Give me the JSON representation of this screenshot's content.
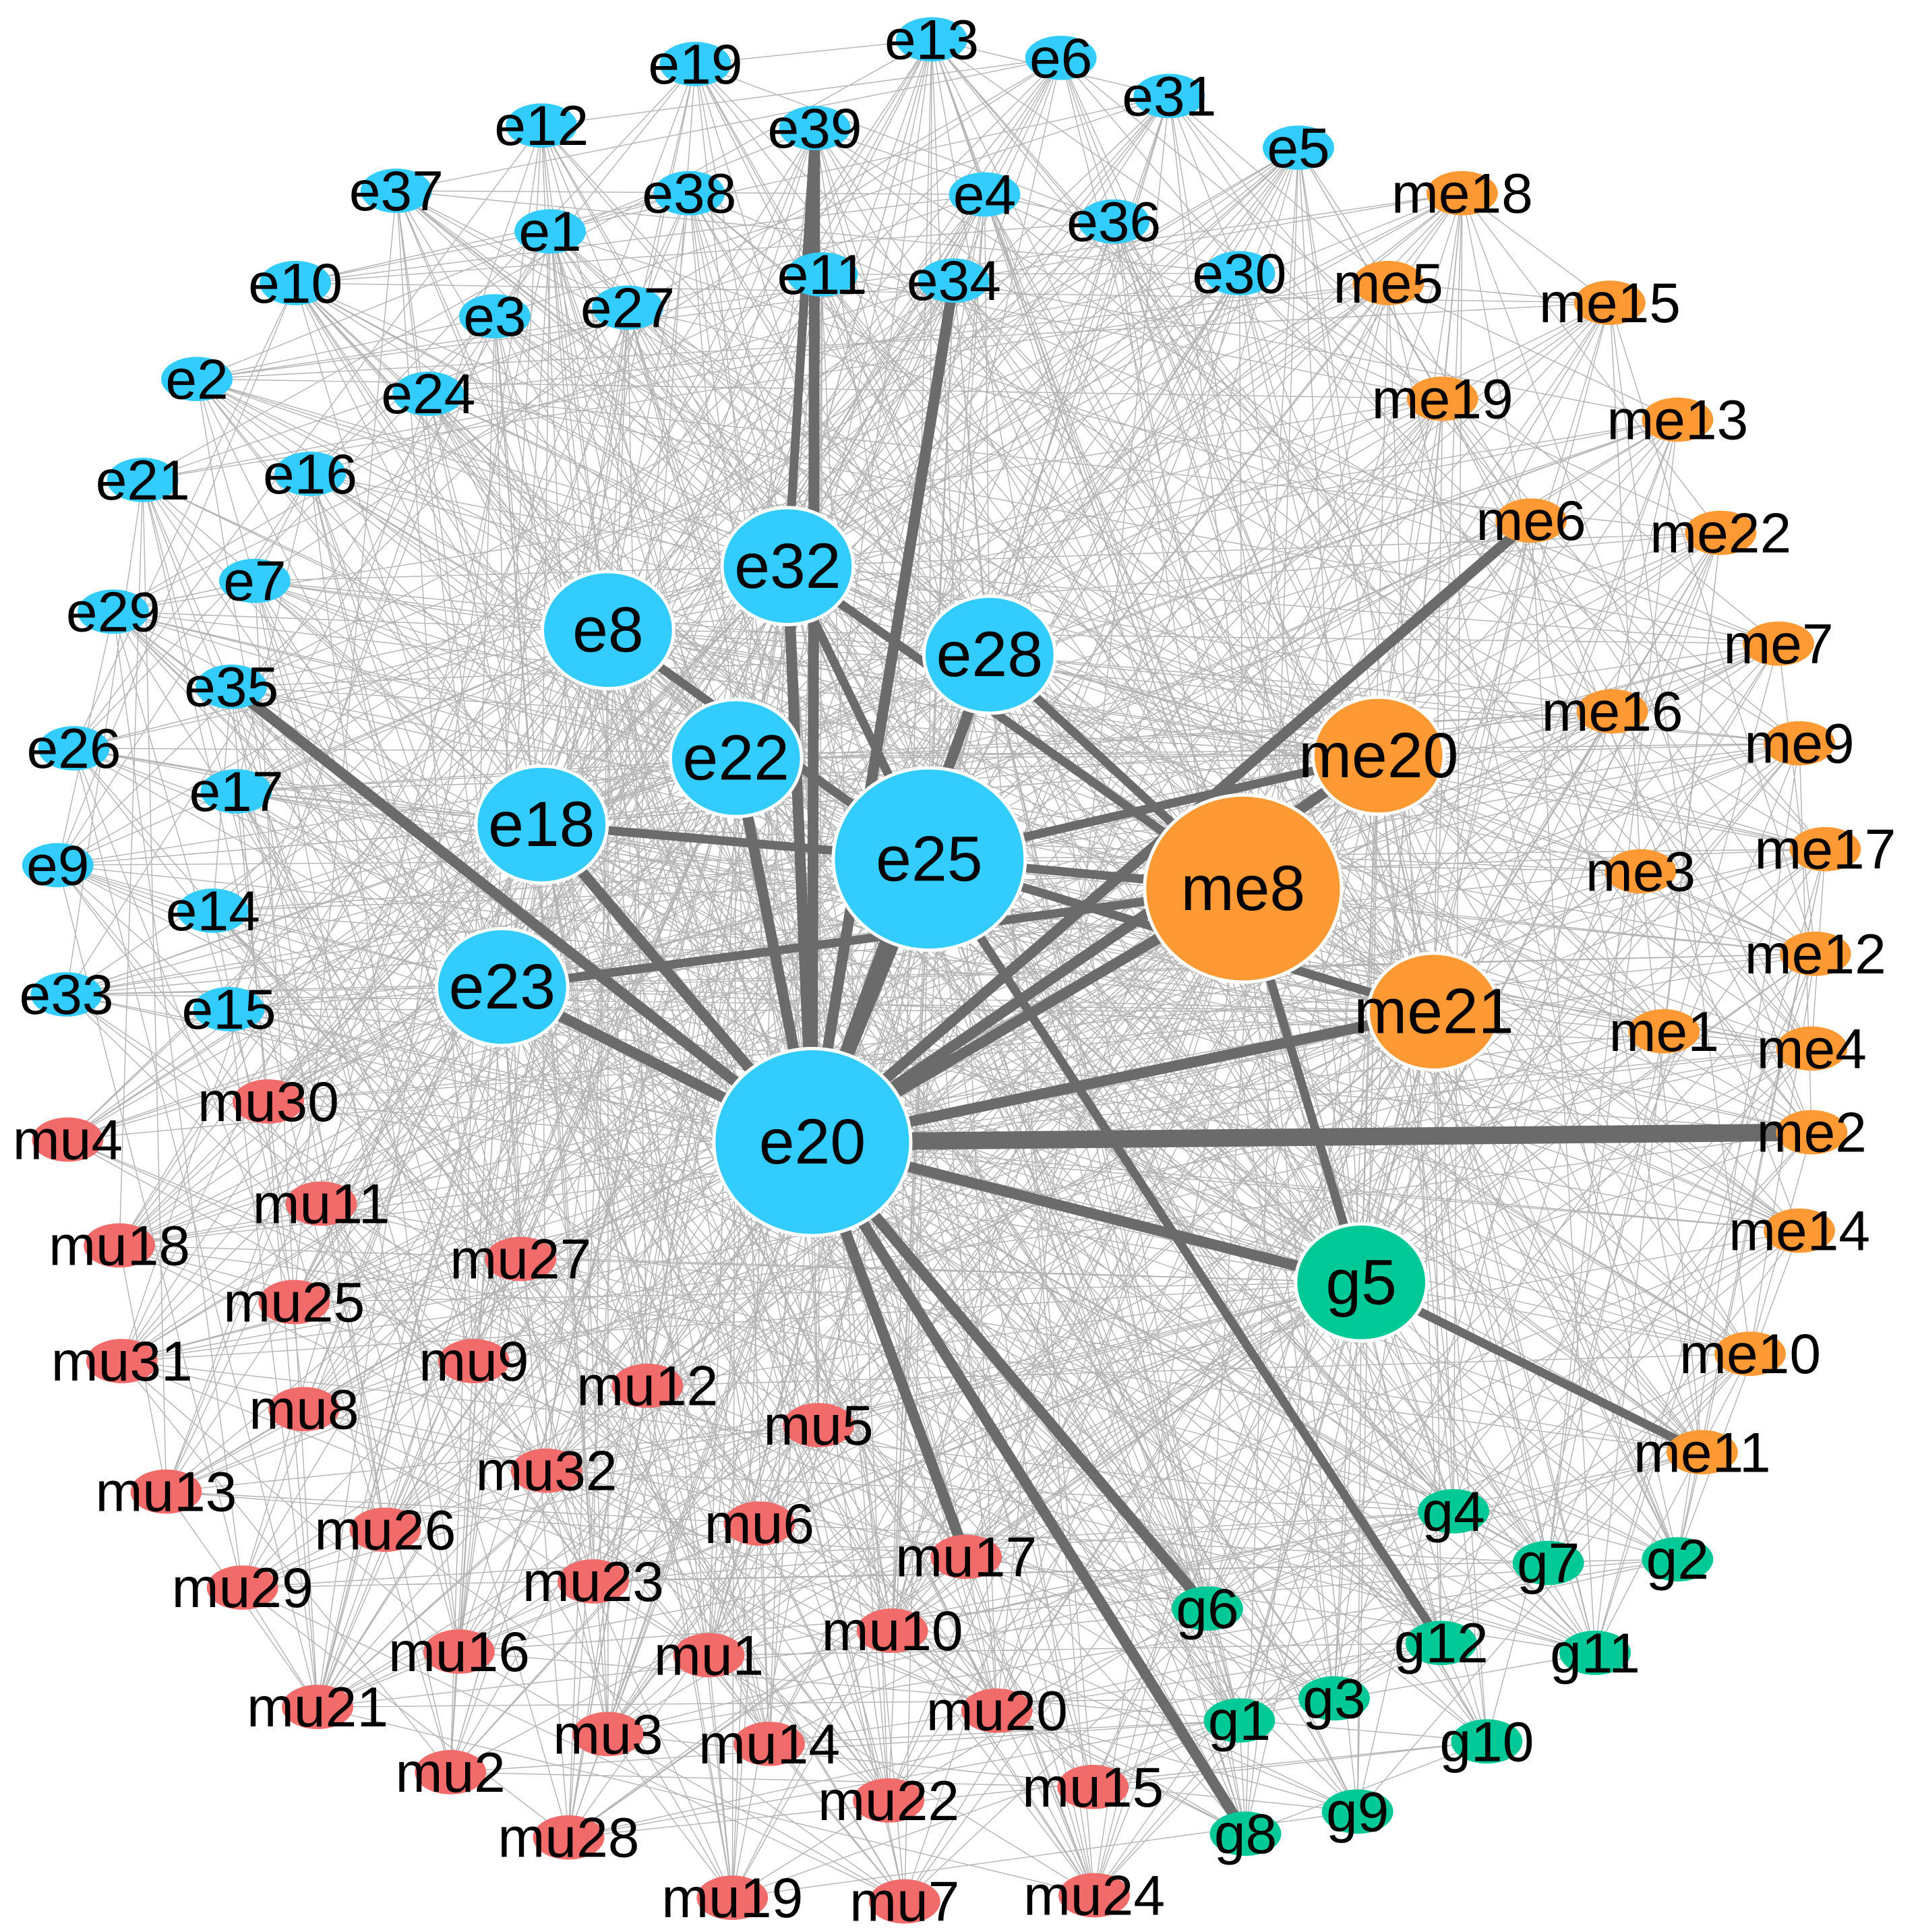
{
  "colors": {
    "e": "#33ccff",
    "me": "#ff9933",
    "mu": "#f26b6b",
    "g": "#00c896",
    "thin_edge": "#9a9a9a",
    "thick_edge": "#6b6b6b",
    "node_border": "#ffffff",
    "label": "#000000"
  },
  "nodes": [
    {
      "id": "e20",
      "label": "e20",
      "group": "e",
      "size": "xl"
    },
    {
      "id": "e25",
      "label": "e25",
      "group": "e",
      "size": "xl"
    },
    {
      "id": "me8",
      "label": "me8",
      "group": "me",
      "size": "xl"
    },
    {
      "id": "e32",
      "label": "e32",
      "group": "e",
      "size": "large"
    },
    {
      "id": "e8",
      "label": "e8",
      "group": "e",
      "size": "large"
    },
    {
      "id": "e28",
      "label": "e28",
      "group": "e",
      "size": "large"
    },
    {
      "id": "e22",
      "label": "e22",
      "group": "e",
      "size": "large"
    },
    {
      "id": "e18",
      "label": "e18",
      "group": "e",
      "size": "large"
    },
    {
      "id": "e23",
      "label": "e23",
      "group": "e",
      "size": "large"
    },
    {
      "id": "me20",
      "label": "me20",
      "group": "me",
      "size": "large"
    },
    {
      "id": "me21",
      "label": "me21",
      "group": "me",
      "size": "large"
    },
    {
      "id": "g5",
      "label": "g5",
      "group": "g",
      "size": "large"
    },
    {
      "id": "e13",
      "label": "e13",
      "group": "e",
      "size": "small"
    },
    {
      "id": "e19",
      "label": "e19",
      "group": "e",
      "size": "small"
    },
    {
      "id": "e6",
      "label": "e6",
      "group": "e",
      "size": "small"
    },
    {
      "id": "e31",
      "label": "e31",
      "group": "e",
      "size": "small"
    },
    {
      "id": "e39",
      "label": "e39",
      "group": "e",
      "size": "small"
    },
    {
      "id": "e12",
      "label": "e12",
      "group": "e",
      "size": "small"
    },
    {
      "id": "e5",
      "label": "e5",
      "group": "e",
      "size": "small"
    },
    {
      "id": "e37",
      "label": "e37",
      "group": "e",
      "size": "small"
    },
    {
      "id": "e38",
      "label": "e38",
      "group": "e",
      "size": "small"
    },
    {
      "id": "e4",
      "label": "e4",
      "group": "e",
      "size": "small"
    },
    {
      "id": "e1",
      "label": "e1",
      "group": "e",
      "size": "small"
    },
    {
      "id": "e36",
      "label": "e36",
      "group": "e",
      "size": "small"
    },
    {
      "id": "e10",
      "label": "e10",
      "group": "e",
      "size": "small"
    },
    {
      "id": "e11",
      "label": "e11",
      "group": "e",
      "size": "small"
    },
    {
      "id": "e34",
      "label": "e34",
      "group": "e",
      "size": "small"
    },
    {
      "id": "e30",
      "label": "e30",
      "group": "e",
      "size": "small"
    },
    {
      "id": "e3",
      "label": "e3",
      "group": "e",
      "size": "small"
    },
    {
      "id": "e27",
      "label": "e27",
      "group": "e",
      "size": "small"
    },
    {
      "id": "e2",
      "label": "e2",
      "group": "e",
      "size": "small"
    },
    {
      "id": "e24",
      "label": "e24",
      "group": "e",
      "size": "small"
    },
    {
      "id": "e21",
      "label": "e21",
      "group": "e",
      "size": "small"
    },
    {
      "id": "e16",
      "label": "e16",
      "group": "e",
      "size": "small"
    },
    {
      "id": "e7",
      "label": "e7",
      "group": "e",
      "size": "small"
    },
    {
      "id": "e29",
      "label": "e29",
      "group": "e",
      "size": "small"
    },
    {
      "id": "e35",
      "label": "e35",
      "group": "e",
      "size": "small"
    },
    {
      "id": "e26",
      "label": "e26",
      "group": "e",
      "size": "small"
    },
    {
      "id": "e17",
      "label": "e17",
      "group": "e",
      "size": "small"
    },
    {
      "id": "e9",
      "label": "e9",
      "group": "e",
      "size": "small"
    },
    {
      "id": "e14",
      "label": "e14",
      "group": "e",
      "size": "small"
    },
    {
      "id": "e33",
      "label": "e33",
      "group": "e",
      "size": "small"
    },
    {
      "id": "e15",
      "label": "e15",
      "group": "e",
      "size": "small"
    },
    {
      "id": "me18",
      "label": "me18",
      "group": "me",
      "size": "small"
    },
    {
      "id": "me5",
      "label": "me5",
      "group": "me",
      "size": "small"
    },
    {
      "id": "me15",
      "label": "me15",
      "group": "me",
      "size": "small"
    },
    {
      "id": "me19",
      "label": "me19",
      "group": "me",
      "size": "small"
    },
    {
      "id": "me13",
      "label": "me13",
      "group": "me",
      "size": "small"
    },
    {
      "id": "me6",
      "label": "me6",
      "group": "me",
      "size": "small"
    },
    {
      "id": "me22",
      "label": "me22",
      "group": "me",
      "size": "small"
    },
    {
      "id": "me7",
      "label": "me7",
      "group": "me",
      "size": "small"
    },
    {
      "id": "me16",
      "label": "me16",
      "group": "me",
      "size": "small"
    },
    {
      "id": "me9",
      "label": "me9",
      "group": "me",
      "size": "small"
    },
    {
      "id": "me17",
      "label": "me17",
      "group": "me",
      "size": "small"
    },
    {
      "id": "me3",
      "label": "me3",
      "group": "me",
      "size": "small"
    },
    {
      "id": "me12",
      "label": "me12",
      "group": "me",
      "size": "small"
    },
    {
      "id": "me1",
      "label": "me1",
      "group": "me",
      "size": "small"
    },
    {
      "id": "me4",
      "label": "me4",
      "group": "me",
      "size": "small"
    },
    {
      "id": "me2",
      "label": "me2",
      "group": "me",
      "size": "small"
    },
    {
      "id": "me14",
      "label": "me14",
      "group": "me",
      "size": "small"
    },
    {
      "id": "me10",
      "label": "me10",
      "group": "me",
      "size": "small"
    },
    {
      "id": "me11",
      "label": "me11",
      "group": "me",
      "size": "small"
    },
    {
      "id": "mu30",
      "label": "mu30",
      "group": "mu",
      "size": "small"
    },
    {
      "id": "mu4",
      "label": "mu4",
      "group": "mu",
      "size": "small"
    },
    {
      "id": "mu11",
      "label": "mu11",
      "group": "mu",
      "size": "small"
    },
    {
      "id": "mu18",
      "label": "mu18",
      "group": "mu",
      "size": "small"
    },
    {
      "id": "mu27",
      "label": "mu27",
      "group": "mu",
      "size": "small"
    },
    {
      "id": "mu25",
      "label": "mu25",
      "group": "mu",
      "size": "small"
    },
    {
      "id": "mu31",
      "label": "mu31",
      "group": "mu",
      "size": "small"
    },
    {
      "id": "mu9",
      "label": "mu9",
      "group": "mu",
      "size": "small"
    },
    {
      "id": "mu12",
      "label": "mu12",
      "group": "mu",
      "size": "small"
    },
    {
      "id": "mu8",
      "label": "mu8",
      "group": "mu",
      "size": "small"
    },
    {
      "id": "mu5",
      "label": "mu5",
      "group": "mu",
      "size": "small"
    },
    {
      "id": "mu13",
      "label": "mu13",
      "group": "mu",
      "size": "small"
    },
    {
      "id": "mu32",
      "label": "mu32",
      "group": "mu",
      "size": "small"
    },
    {
      "id": "mu26",
      "label": "mu26",
      "group": "mu",
      "size": "small"
    },
    {
      "id": "mu6",
      "label": "mu6",
      "group": "mu",
      "size": "small"
    },
    {
      "id": "mu29",
      "label": "mu29",
      "group": "mu",
      "size": "small"
    },
    {
      "id": "mu23",
      "label": "mu23",
      "group": "mu",
      "size": "small"
    },
    {
      "id": "mu17",
      "label": "mu17",
      "group": "mu",
      "size": "small"
    },
    {
      "id": "mu16",
      "label": "mu16",
      "group": "mu",
      "size": "small"
    },
    {
      "id": "mu1",
      "label": "mu1",
      "group": "mu",
      "size": "small"
    },
    {
      "id": "mu10",
      "label": "mu10",
      "group": "mu",
      "size": "small"
    },
    {
      "id": "mu21",
      "label": "mu21",
      "group": "mu",
      "size": "small"
    },
    {
      "id": "mu3",
      "label": "mu3",
      "group": "mu",
      "size": "small"
    },
    {
      "id": "mu14",
      "label": "mu14",
      "group": "mu",
      "size": "small"
    },
    {
      "id": "mu20",
      "label": "mu20",
      "group": "mu",
      "size": "small"
    },
    {
      "id": "mu2",
      "label": "mu2",
      "group": "mu",
      "size": "small"
    },
    {
      "id": "mu22",
      "label": "mu22",
      "group": "mu",
      "size": "small"
    },
    {
      "id": "mu15",
      "label": "mu15",
      "group": "mu",
      "size": "small"
    },
    {
      "id": "mu28",
      "label": "mu28",
      "group": "mu",
      "size": "small"
    },
    {
      "id": "mu19",
      "label": "mu19",
      "group": "mu",
      "size": "small"
    },
    {
      "id": "mu7",
      "label": "mu7",
      "group": "mu",
      "size": "small"
    },
    {
      "id": "mu24",
      "label": "mu24",
      "group": "mu",
      "size": "small"
    },
    {
      "id": "g4",
      "label": "g4",
      "group": "g",
      "size": "small"
    },
    {
      "id": "g7",
      "label": "g7",
      "group": "g",
      "size": "small"
    },
    {
      "id": "g2",
      "label": "g2",
      "group": "g",
      "size": "small"
    },
    {
      "id": "g6",
      "label": "g6",
      "group": "g",
      "size": "small"
    },
    {
      "id": "g12",
      "label": "g12",
      "group": "g",
      "size": "small"
    },
    {
      "id": "g11",
      "label": "g11",
      "group": "g",
      "size": "small"
    },
    {
      "id": "g1",
      "label": "g1",
      "group": "g",
      "size": "small"
    },
    {
      "id": "g3",
      "label": "g3",
      "group": "g",
      "size": "small"
    },
    {
      "id": "g10",
      "label": "g10",
      "group": "g",
      "size": "small"
    },
    {
      "id": "g8",
      "label": "g8",
      "group": "g",
      "size": "small"
    },
    {
      "id": "g9",
      "label": "g9",
      "group": "g",
      "size": "small"
    }
  ],
  "strong_edges": [
    [
      "e20",
      "me2"
    ],
    [
      "e20",
      "e25"
    ],
    [
      "e20",
      "e32"
    ],
    [
      "e20",
      "e34"
    ],
    [
      "e20",
      "e39"
    ],
    [
      "e20",
      "e22"
    ],
    [
      "e20",
      "e18"
    ],
    [
      "e20",
      "e35"
    ],
    [
      "e20",
      "g5"
    ],
    [
      "e20",
      "me21"
    ],
    [
      "e20",
      "me20"
    ],
    [
      "e20",
      "me6"
    ],
    [
      "e20",
      "me8"
    ],
    [
      "e20",
      "mu17"
    ],
    [
      "e20",
      "g6"
    ],
    [
      "e20",
      "g8"
    ],
    [
      "e20",
      "e28"
    ],
    [
      "e20",
      "e23"
    ],
    [
      "e25",
      "e8"
    ],
    [
      "e25",
      "e18"
    ],
    [
      "e25",
      "me20"
    ],
    [
      "e25",
      "me8"
    ],
    [
      "e25",
      "me21"
    ],
    [
      "e25",
      "g12"
    ],
    [
      "e25",
      "e32"
    ],
    [
      "e23",
      "me8"
    ],
    [
      "e28",
      "me8"
    ],
    [
      "me8",
      "g5"
    ],
    [
      "g5",
      "me11"
    ],
    [
      "e32",
      "me8"
    ],
    [
      "e39",
      "e32"
    ]
  ]
}
